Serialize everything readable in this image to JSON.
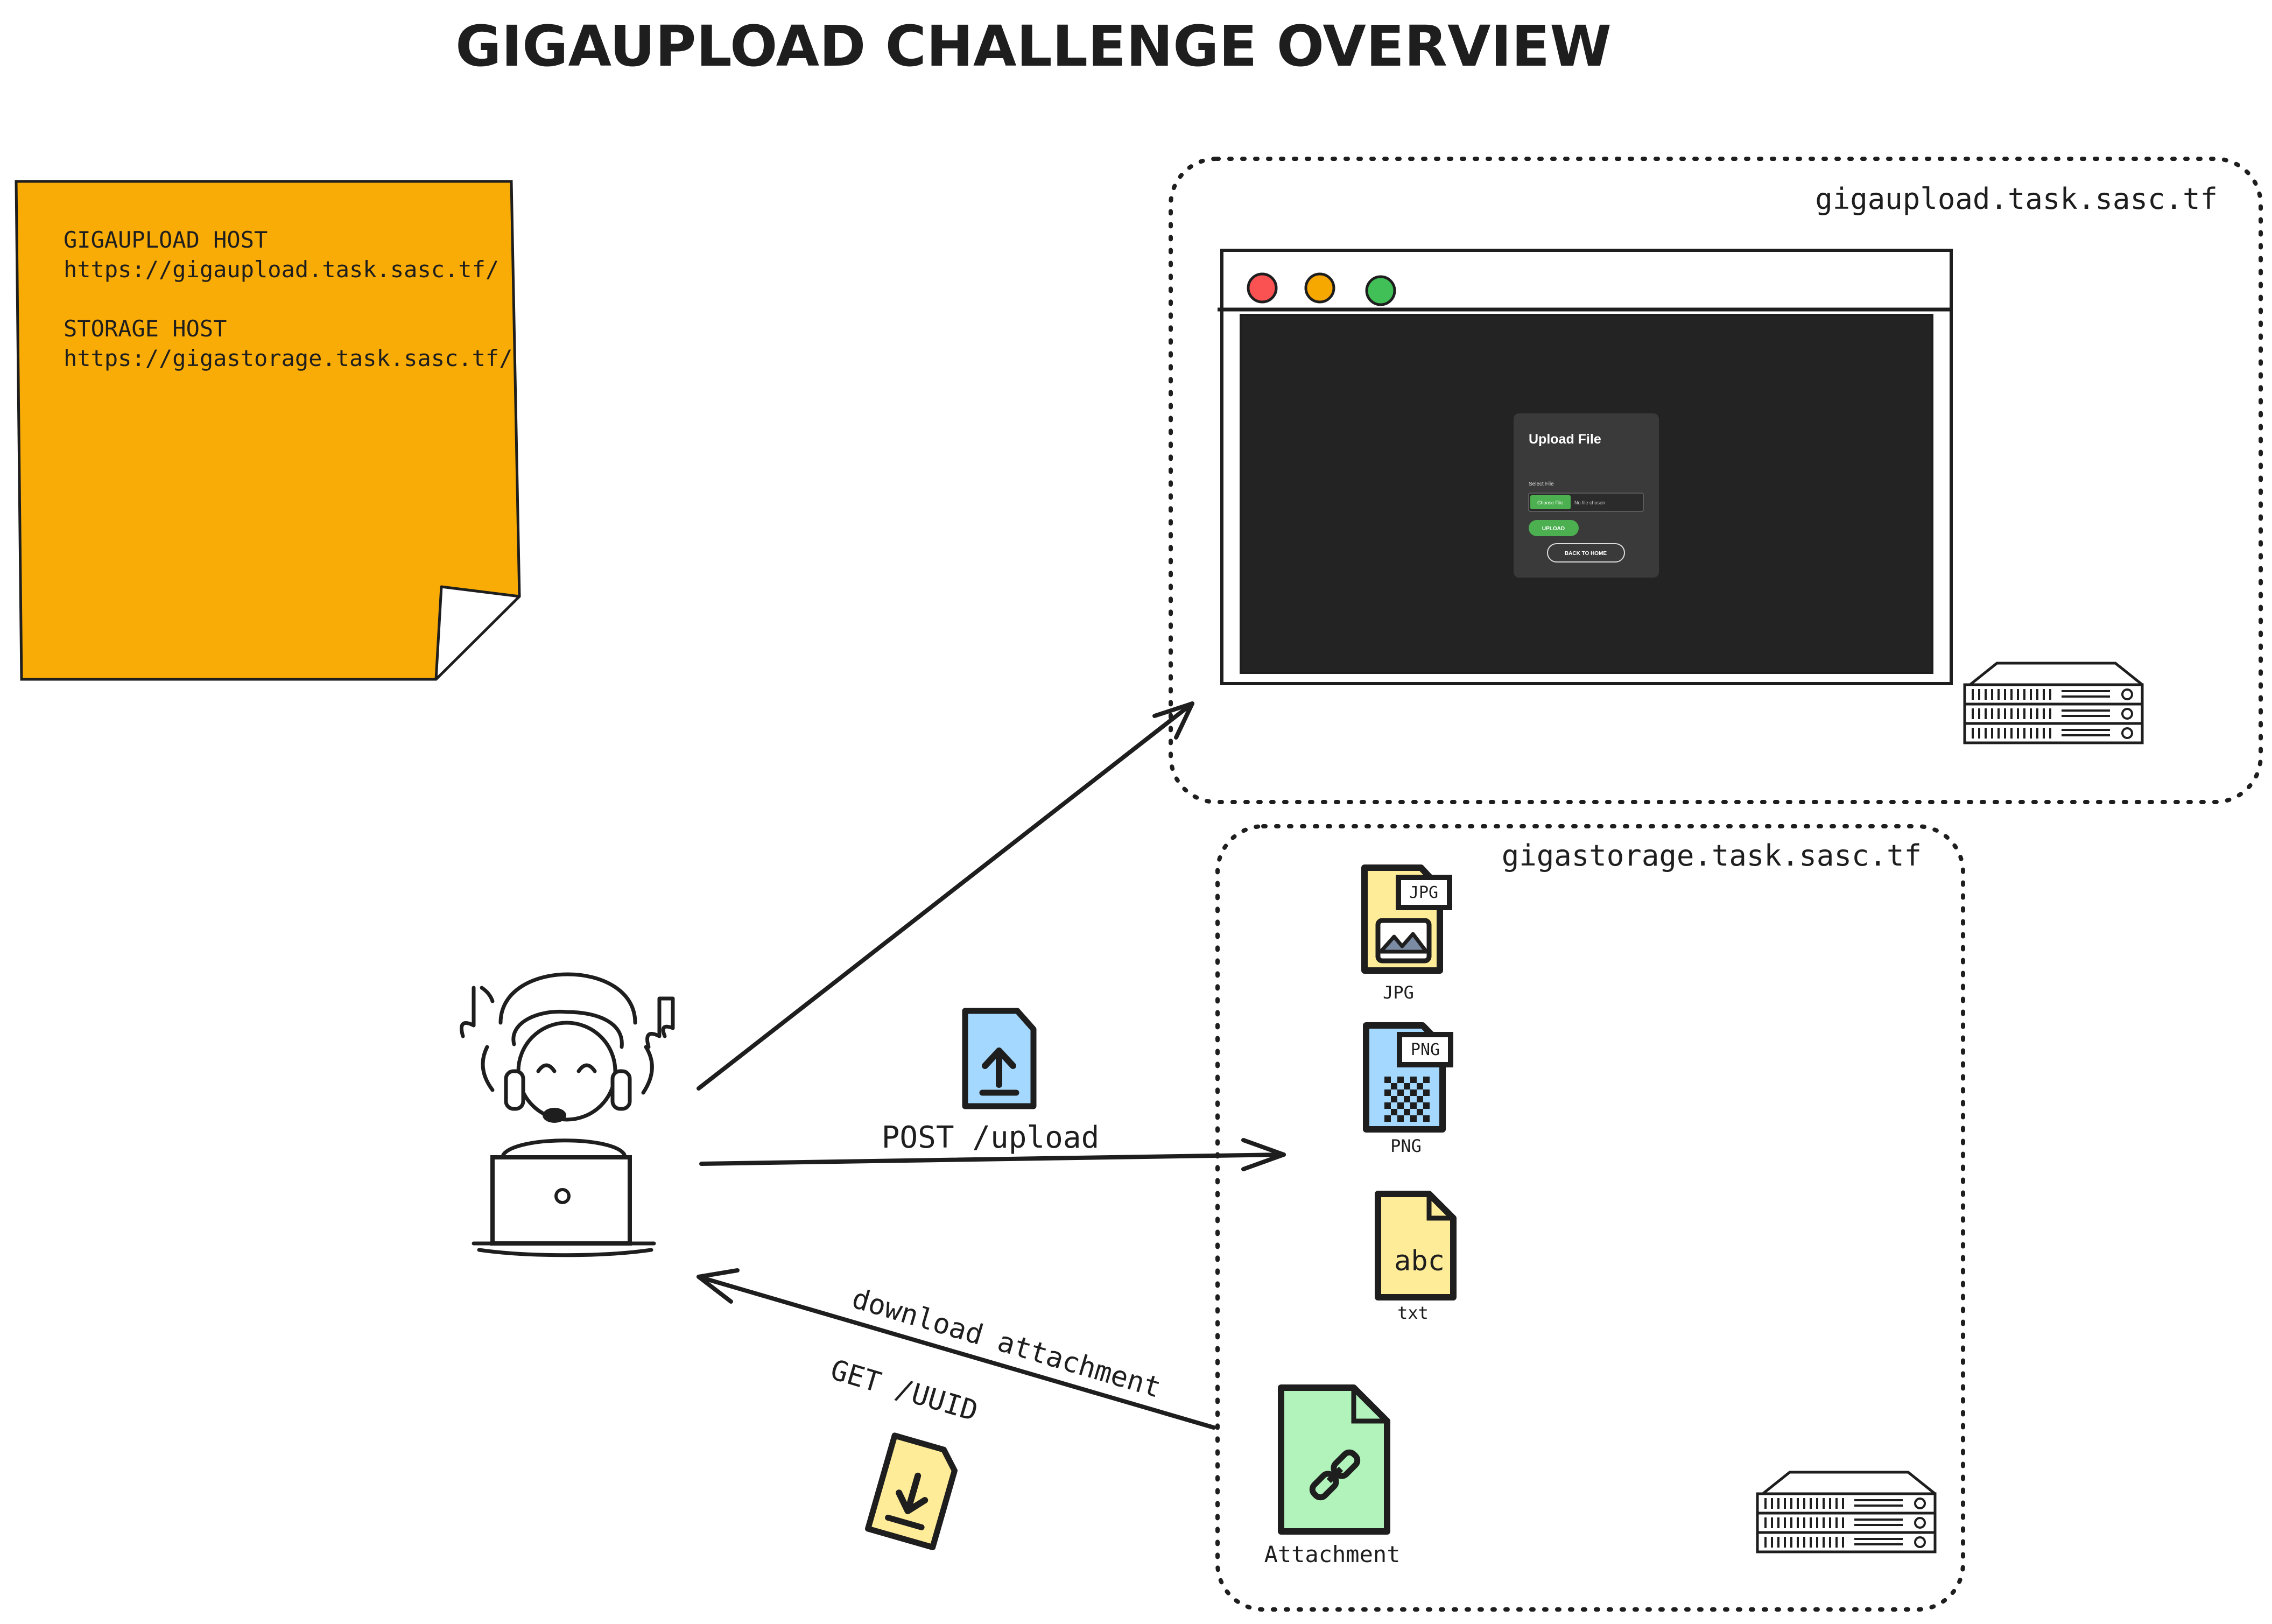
{
  "title": "GIGAUPLOAD CHALLENGE OVERVIEW",
  "note": {
    "line1": "GIGAUPLOAD HOST",
    "line2": "https://gigaupload.task.sasc.tf/",
    "line3": "STORAGE HOST",
    "line4": "https://gigastorage.task.sasc.tf/",
    "color": "#f9ac06"
  },
  "upload_zone": {
    "label": "gigaupload.task.sasc.tf",
    "window": {
      "traffic_lights": [
        "#fa5252",
        "#f7a800",
        "#40c057"
      ],
      "screen_bg": "#232323",
      "form": {
        "title": "Upload File",
        "field_label": "Select File",
        "choose_button": "Choose File",
        "no_file_text": "No file chosen",
        "upload_button": "UPLOAD",
        "back_button": "BACK TO HOME"
      }
    }
  },
  "storage_zone": {
    "label": "gigastorage.task.sasc.tf",
    "files": [
      {
        "badge": "JPG",
        "caption": "JPG",
        "color": "#ffec99",
        "icon": "image-icon"
      },
      {
        "badge": "PNG",
        "caption": "PNG",
        "color": "#a5d8ff",
        "icon": "checker-icon"
      },
      {
        "badge": "",
        "glyph": "abc",
        "caption": "txt",
        "color": "#ffec99",
        "icon": "text-icon"
      }
    ],
    "attachment": {
      "caption": "Attachment",
      "color": "#b2f2bb",
      "icon": "link-icon"
    }
  },
  "arrows": {
    "post_label": "POST /upload",
    "download_label": "download attachment",
    "get_label": "GET /UUID"
  },
  "icons": {
    "user": "user-with-headphones-icon",
    "server": "server-rack-icon",
    "upload_file": "upload-file-icon",
    "download_file": "download-file-icon"
  }
}
